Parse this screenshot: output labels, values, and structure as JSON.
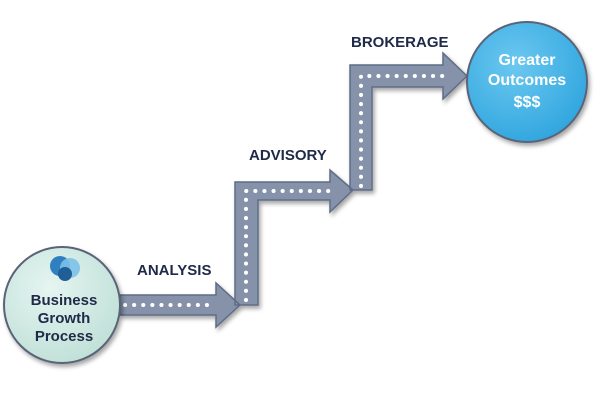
{
  "start_node": {
    "lines": [
      "Business",
      "Growth",
      "Process"
    ],
    "fill": "#cfe9e2",
    "logo_colors": [
      "#2f7fc1",
      "#7dc1e8",
      "#1f5f96"
    ]
  },
  "end_node": {
    "lines": [
      "Greater",
      "Outcomes",
      "$$$"
    ],
    "fill": "#46b4e8"
  },
  "steps": [
    {
      "label": "ANALYSIS"
    },
    {
      "label": "ADVISORY"
    },
    {
      "label": "BROKERAGE"
    }
  ],
  "colors": {
    "arrow_fill": "#8592aa",
    "arrow_stroke": "#5f6c86",
    "dots": "#ffffff",
    "label_text": "#1f2a48",
    "node_text": "#1f2a48",
    "node_stroke": "#5a6478"
  }
}
